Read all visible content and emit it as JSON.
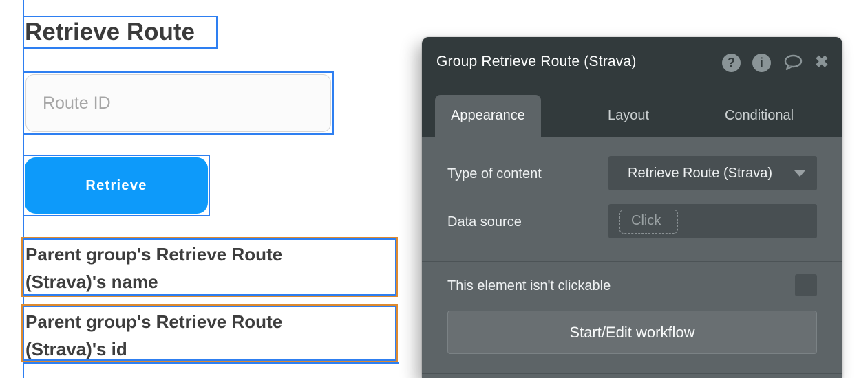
{
  "canvas": {
    "heading": "Retrieve Route",
    "input_placeholder": "Route ID",
    "button_label": "Retrieve",
    "dynamic_text_1": "Parent group's Retrieve Route (Strava)'s name",
    "dynamic_text_2": "Parent group's Retrieve Route (Strava)'s id"
  },
  "panel": {
    "title": "Group Retrieve Route (Strava)",
    "icons": {
      "help": "?",
      "info": "i",
      "close": "✖"
    },
    "tabs": [
      {
        "label": "Appearance",
        "active": true
      },
      {
        "label": "Layout",
        "active": false
      },
      {
        "label": "Conditional",
        "active": false
      }
    ],
    "fields": [
      {
        "label": "Type of content",
        "value": "Retrieve Route (Strava)"
      },
      {
        "label": "Data source",
        "placeholder": "Click"
      }
    ],
    "clickable_row": {
      "label": "This element isn't clickable",
      "checked": false
    },
    "workflow_button_label": "Start/Edit workflow"
  },
  "colors": {
    "selection_blue": "#2e7ff1",
    "element_orange": "#dd8a2f",
    "primary_blue": "#0d9afa",
    "panel_header_bg": "#323a3c",
    "panel_body_bg": "#5d6467",
    "panel_field_bg": "#484f52"
  }
}
